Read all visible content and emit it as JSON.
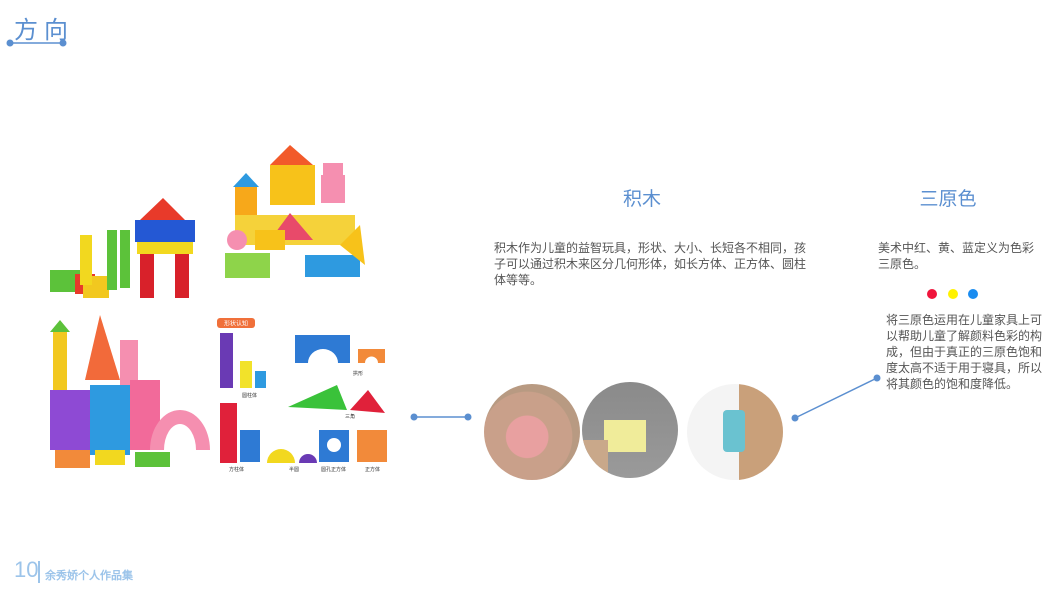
{
  "header": {
    "title": "方向"
  },
  "images": {
    "shapes_card": {
      "badge": "形状认知",
      "labels": [
        "圆柱体",
        "拱形",
        "三角",
        "方柱体",
        "半圆",
        "圆孔正方体",
        "正方体"
      ]
    }
  },
  "blocks_section": {
    "heading": "积木",
    "text": "积木作为儿童的益智玩具，形状、大小、长短各不相同，孩子可以通过积木来区分几何形体，如长方体、正方体、圆柱体等等。"
  },
  "colors_section": {
    "heading": "三原色",
    "text1": "美术中红、黄、蓝定义为色彩三原色。",
    "primary_colors": [
      "#f0153c",
      "#fff200",
      "#1a8cf0"
    ],
    "text2": "将三原色运用在儿童家具上可以帮助儿童了解颜料色彩的构成，但由于真正的三原色饱和度太高不适于用于寝具，所以将其颜色的饱和度降低。"
  },
  "footer": {
    "page_number": "10",
    "portfolio_title": "余秀娇个人作品集"
  },
  "accent": "#5b8fd0"
}
